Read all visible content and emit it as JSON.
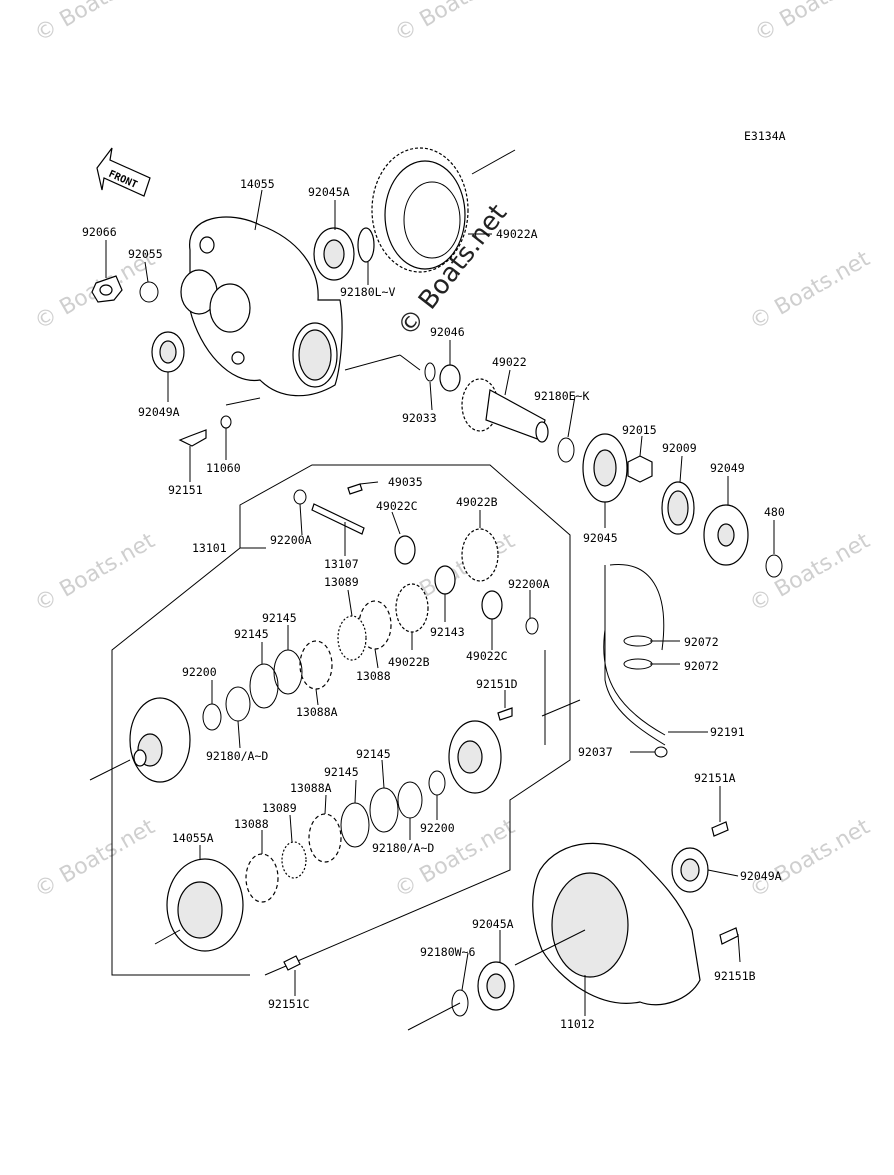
{
  "diagram_code": "E3134A",
  "front_label": "FRONT",
  "watermark_text": "© Boats.net",
  "callouts": [
    {
      "id": "14055"
    },
    {
      "id": "92045A"
    },
    {
      "id": "49022A"
    },
    {
      "id": "92066"
    },
    {
      "id": "92055"
    },
    {
      "id": "92180L~V"
    },
    {
      "id": "92046"
    },
    {
      "id": "49022"
    },
    {
      "id": "92049A"
    },
    {
      "id": "92033"
    },
    {
      "id": "92180E~K"
    },
    {
      "id": "92015"
    },
    {
      "id": "92009"
    },
    {
      "id": "92049"
    },
    {
      "id": "11060"
    },
    {
      "id": "92151"
    },
    {
      "id": "49035"
    },
    {
      "id": "92200A"
    },
    {
      "id": "49022C"
    },
    {
      "id": "49022B"
    },
    {
      "id": "13101"
    },
    {
      "id": "13107"
    },
    {
      "id": "92045"
    },
    {
      "id": "480"
    },
    {
      "id": "13089"
    },
    {
      "id": "92200A"
    },
    {
      "id": "92145"
    },
    {
      "id": "92143"
    },
    {
      "id": "92145"
    },
    {
      "id": "92072"
    },
    {
      "id": "49022B"
    },
    {
      "id": "49022C"
    },
    {
      "id": "13088"
    },
    {
      "id": "92072"
    },
    {
      "id": "92200"
    },
    {
      "id": "92151D"
    },
    {
      "id": "13088A"
    },
    {
      "id": "92191"
    },
    {
      "id": "92180/A~D"
    },
    {
      "id": "92037"
    },
    {
      "id": "92145"
    },
    {
      "id": "92145"
    },
    {
      "id": "92151A"
    },
    {
      "id": "13088A"
    },
    {
      "id": "13089"
    },
    {
      "id": "13088"
    },
    {
      "id": "92200"
    },
    {
      "id": "14055A"
    },
    {
      "id": "92180/A~D"
    },
    {
      "id": "92049A"
    },
    {
      "id": "92045A"
    },
    {
      "id": "92180W~6"
    },
    {
      "id": "92151B"
    },
    {
      "id": "92151C"
    },
    {
      "id": "11012"
    }
  ]
}
